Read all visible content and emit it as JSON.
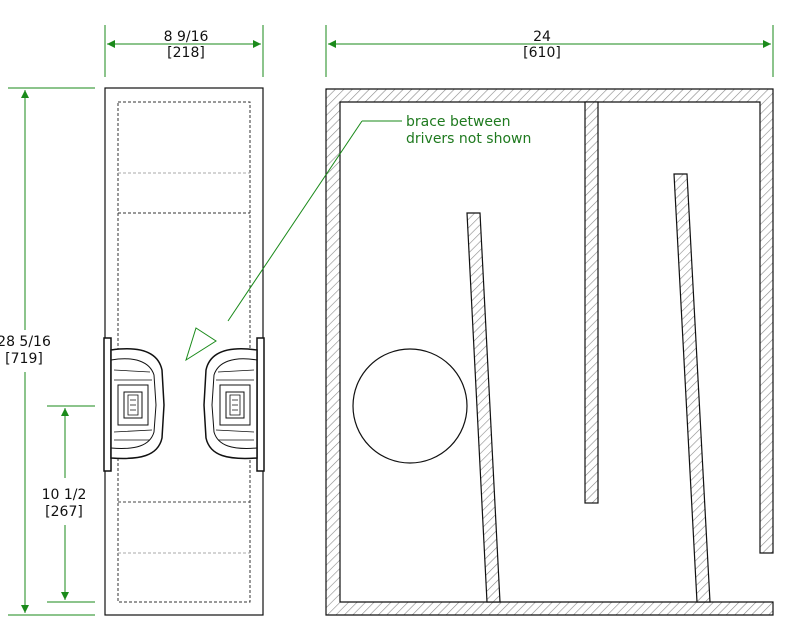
{
  "dimensions": {
    "side_width": {
      "imperial": "8 9/16",
      "metric": "[218]"
    },
    "front_width": {
      "imperial": "24",
      "metric": "[610]"
    },
    "height": {
      "imperial": "28 5/16",
      "metric": "[719]"
    },
    "driver_height": {
      "imperial": "10 1/2",
      "metric": "[267]"
    }
  },
  "note": {
    "line1": "brace between",
    "line2": "drivers not shown"
  },
  "colors": {
    "dimension": "#1a8a1a",
    "outline": "#111111",
    "hidden_line": "#333333",
    "hatch": "#777777"
  }
}
